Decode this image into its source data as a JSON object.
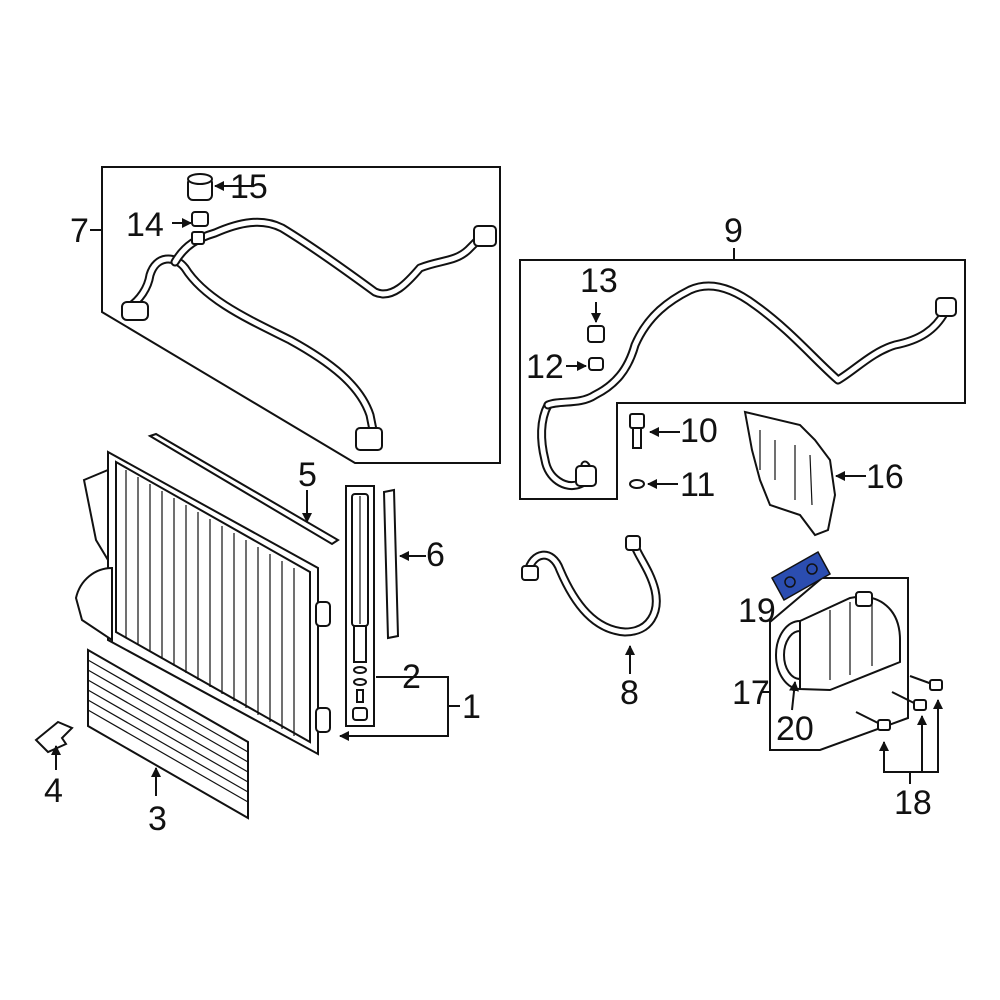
{
  "callouts": {
    "c1": "1",
    "c2": "2",
    "c3": "3",
    "c4": "4",
    "c5": "5",
    "c6": "6",
    "c7": "7",
    "c8": "8",
    "c9": "9",
    "c10": "10",
    "c11": "11",
    "c12": "12",
    "c13": "13",
    "c14": "14",
    "c15": "15",
    "c16": "16",
    "c17": "17",
    "c18": "18",
    "c19": "19",
    "c20": "20"
  },
  "colors": {
    "ink": "#111111",
    "highlight": "#2b4db0",
    "paper": "#ffffff"
  },
  "highlighted_part": "19"
}
